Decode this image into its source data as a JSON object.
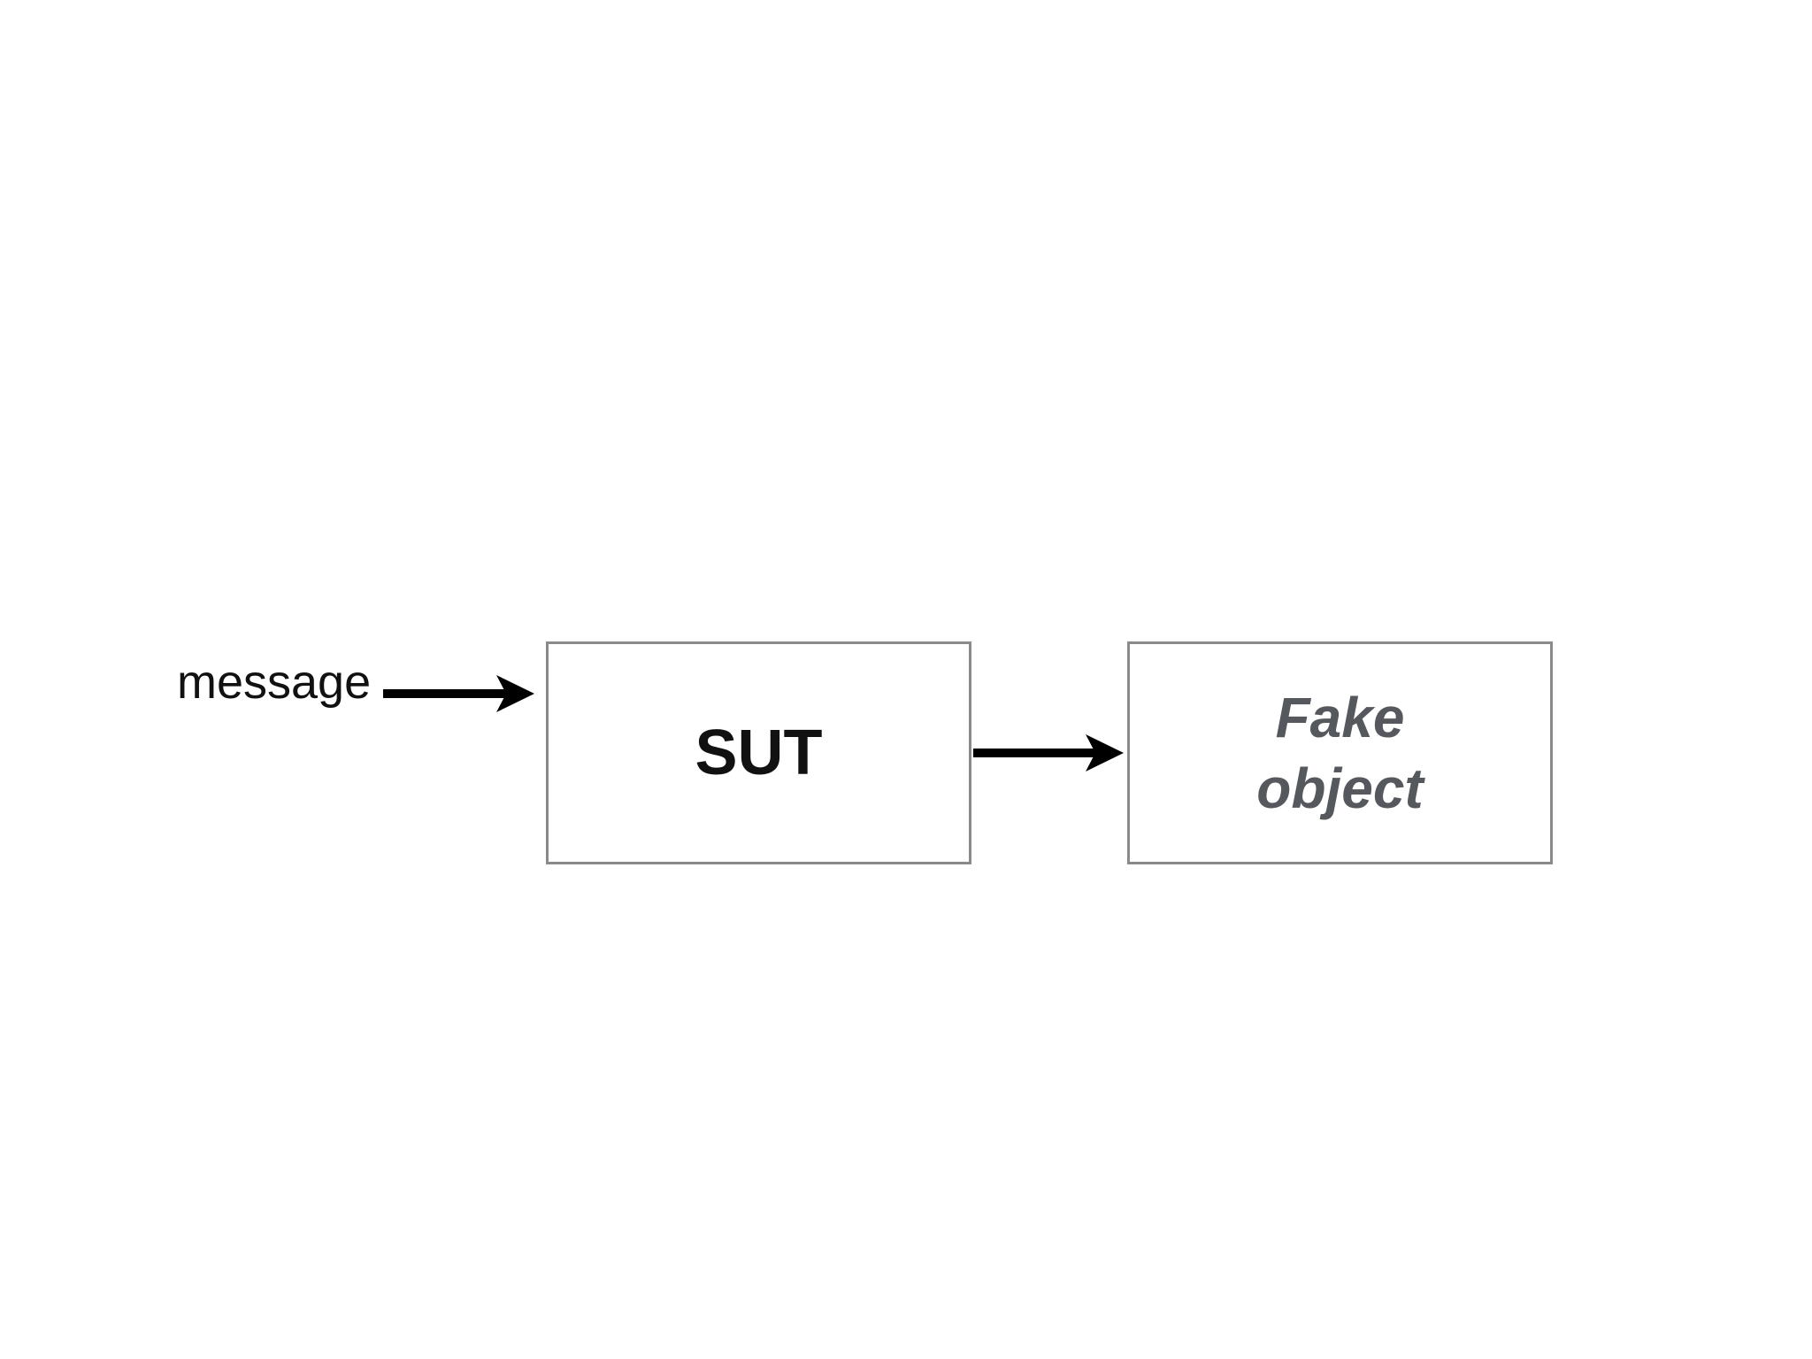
{
  "diagram": {
    "incoming_label": "message",
    "sut_box": {
      "label": "SUT"
    },
    "fake_box": {
      "line1": "Fake",
      "line2": "object"
    }
  },
  "colors": {
    "background": "#ffffff",
    "box_border": "#8a8a8a",
    "arrow": "#000000",
    "primary_text": "#111111",
    "secondary_text": "#55585c"
  }
}
